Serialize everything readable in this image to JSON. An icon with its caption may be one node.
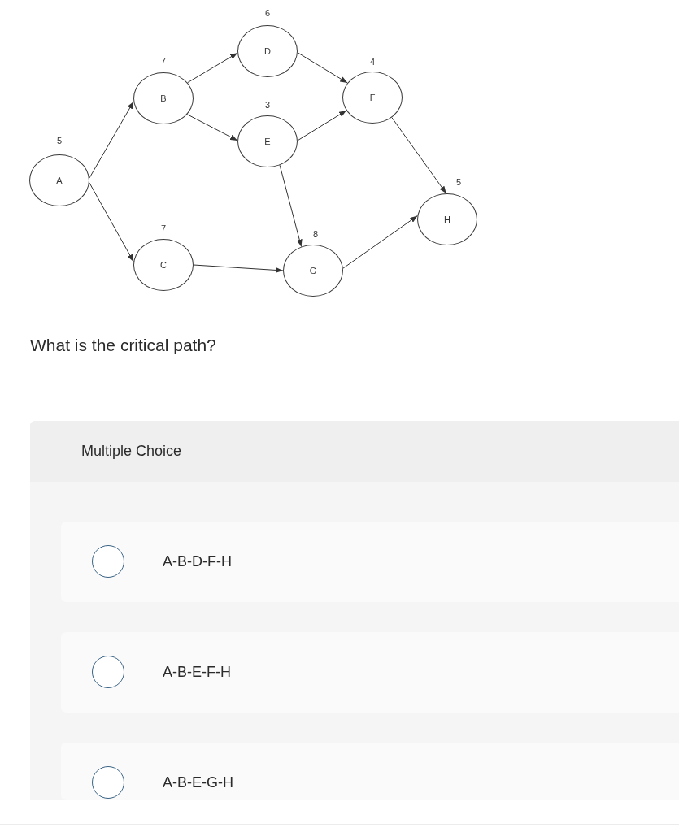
{
  "diagram": {
    "nodes": [
      {
        "text": [
          "A"
        ],
        "beside": [
          "5"
        ]
      },
      {
        "text": [
          "B"
        ],
        "beside": [
          "7"
        ]
      },
      {
        "text": [
          "C"
        ],
        "beside": [
          "7"
        ]
      },
      {
        "text": [
          "D"
        ],
        "beside": [
          "6"
        ]
      },
      {
        "text": [
          "E"
        ],
        "beside": [
          "3"
        ]
      },
      {
        "text": [
          "F"
        ],
        "beside": [
          "4"
        ]
      },
      {
        "text": [
          "G"
        ],
        "beside": [
          "8"
        ]
      },
      {
        "text": [
          "H"
        ],
        "beside": [
          "5"
        ]
      }
    ],
    "edges": [
      {
        "from": 0,
        "to": 1,
        "arrow": "to"
      },
      {
        "from": 0,
        "to": 2,
        "arrow": "to"
      },
      {
        "from": 1,
        "to": 3,
        "arrow": "to"
      },
      {
        "from": 1,
        "to": 4,
        "arrow": "to"
      },
      {
        "from": 3,
        "to": 5,
        "arrow": "to"
      },
      {
        "from": 4,
        "to": 5,
        "arrow": "to"
      },
      {
        "from": 4,
        "to": 6,
        "arrow": "to"
      },
      {
        "from": 2,
        "to": 6,
        "arrow": "to"
      },
      {
        "from": 5,
        "to": 7,
        "arrow": "to"
      },
      {
        "from": 6,
        "to": 7,
        "arrow": "to"
      }
    ],
    "labels": [
      "What is the critical path?",
      "Multiple Choice",
      "A-B-D-F-H",
      "A-B-E-F-H",
      "A-B-E-G-H"
    ]
  }
}
